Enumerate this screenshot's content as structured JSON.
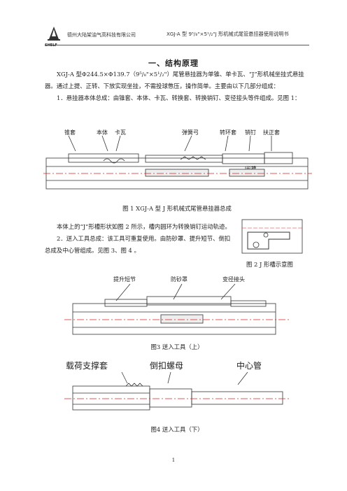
{
  "header": {
    "company": "德州大陆架油气高科技有限公司",
    "doc_title": "XGJ-A 型 9⁵/₈\"×5¹/₂\"J 形机械式尾管悬挂器使用说明书",
    "logo_text": "SHELF"
  },
  "section_title": "一、结构原理",
  "intro": "XGJ-A 型Φ244.5×Φ139.7（9⁵/₈\"×5¹/₂\"）尾管悬挂器为单锥、单卡瓦、“J”形机械坐挂式悬挂器。通过上提、正转、下放实现坐挂，不需投球憋压，操作简单。主要由以下几部分组成：",
  "item1": "1．悬挂器本体总成：由锥套、本体、卡瓦、转换套、转换销钉、变径接头等件组成。见图 1：",
  "fig1": {
    "labels": [
      "锥套",
      "本体",
      "卡瓦",
      "弹簧弓",
      "转环套",
      "销钉",
      "扶正套",
      "J形槽"
    ],
    "caption": "图 1    XGJ-A 型 J 形机械式尾管悬挂器总成"
  },
  "para2": "本体上的“J”形槽形状如图 2 所示，槽内圆环为转换销钉运动轨迹。",
  "item2": "2．送入工具总成：该工具可重复使用。由防砂罩、提升短节、倒扣总成及中心管组成。见图 3、图 4 。",
  "fig2": {
    "caption": "图 2    J 形槽示意图"
  },
  "fig3": {
    "labels": [
      "提升短节",
      "防砂罩",
      "变径接头"
    ],
    "caption": "图3    送入工具（上）"
  },
  "fig4": {
    "labels": [
      "载荷支撑套",
      "倒扣螺母",
      "中心管"
    ],
    "caption": "图4    送入工具（下）"
  },
  "page_number": "1"
}
